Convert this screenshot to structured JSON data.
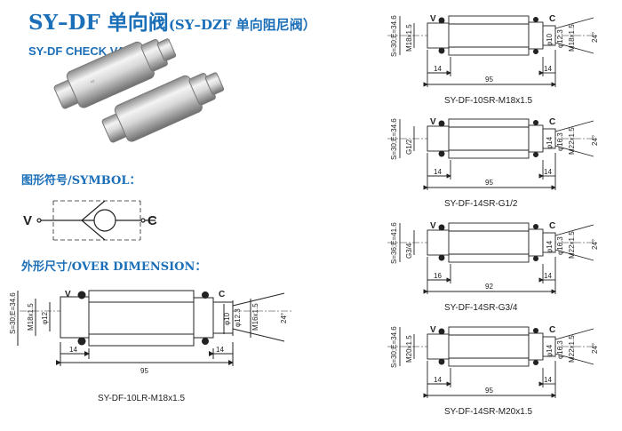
{
  "header": {
    "title_main": "SY–DF 单向阀",
    "title_sub": "(SY–DZF 单向阻尼阀）",
    "subtitle": "SY-DF CHECK VALVE"
  },
  "sections": {
    "symbol": "图形符号/SYMBOL：",
    "dimension": "外形尺寸/OVER DIMENSION："
  },
  "symbol": {
    "in_port": "V",
    "out_port": "C"
  },
  "drawings": [
    {
      "caption": "SY-DF-10LR-M18x1.5",
      "port_v": "V",
      "port_c": "C",
      "across_flats": "S=30;E=34.6",
      "left_dims": [
        "M18x1.5",
        "φ12"
      ],
      "right_dims": [
        "φ10",
        "φ12.3",
        "M16x1.5"
      ],
      "cone": "24°",
      "len_left": "14",
      "len_right": "14",
      "len_total": "95"
    },
    {
      "caption": "SY-DF-10SR-M18x1.5",
      "port_v": "V",
      "port_c": "C",
      "across_flats": "S=30;E=34.6",
      "left_dims": [
        "M18x1.5"
      ],
      "right_dims": [
        "φ10",
        "φ12.3",
        "M18x1.5"
      ],
      "cone": "24°",
      "len_left": "14",
      "len_right": "14",
      "len_total": "95"
    },
    {
      "caption": "SY-DF-14SR-G1/2",
      "port_v": "V",
      "port_c": "C",
      "across_flats": "S=30;E=34.6",
      "left_dims": [
        "G1/2"
      ],
      "right_dims": [
        "φ14",
        "φ16.3",
        "M22x1.5"
      ],
      "cone": "24°",
      "len_left": "14",
      "len_right": "14",
      "len_total": "95"
    },
    {
      "caption": "SY-DF-14SR-G3/4",
      "port_v": "V",
      "port_c": "C",
      "across_flats": "S=36;E=41.6",
      "left_dims": [
        "G3/4"
      ],
      "right_dims": [
        "φ14",
        "φ16.3",
        "M22x1.5"
      ],
      "cone": "24°",
      "len_left": "16",
      "len_right": "14",
      "len_total": "92"
    },
    {
      "caption": "SY-DF-14SR-M20x1.5",
      "port_v": "V",
      "port_c": "C",
      "across_flats": "S=30;E=34.6",
      "left_dims": [
        "M20x1.5"
      ],
      "right_dims": [
        "φ14",
        "φ16.3",
        "M22x1.5"
      ],
      "cone": "24°",
      "len_left": "14",
      "len_right": "14",
      "len_total": "95"
    }
  ],
  "colors": {
    "brand": "#1b6fb8",
    "line": "#222222",
    "metal_light": "#e8e8e8",
    "metal_dark": "#8a8a8a"
  }
}
